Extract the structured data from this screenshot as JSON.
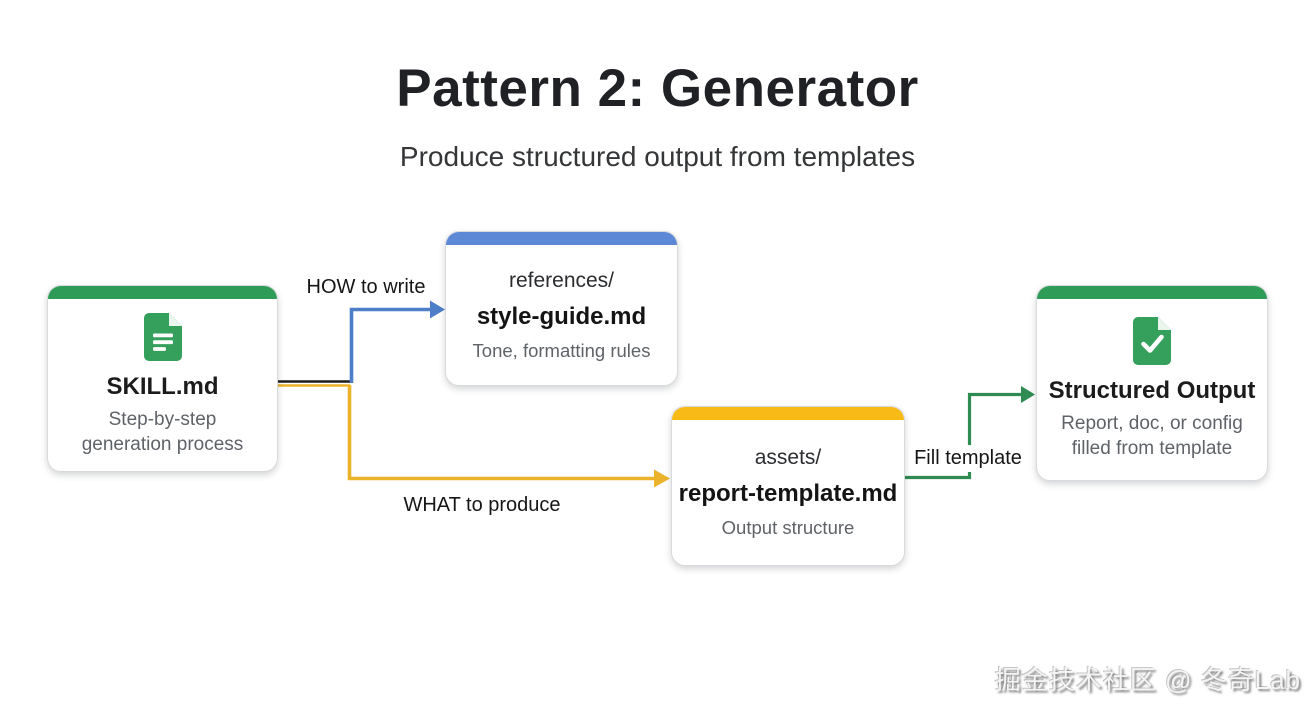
{
  "title": "Pattern 2: Generator",
  "subtitle": "Produce structured output from templates",
  "nodes": {
    "skill": {
      "icon": "document-icon",
      "title": "SKILL.md",
      "subtitle": "Step-by-step generation process"
    },
    "references": {
      "folder": "references/",
      "file": "style-guide.md",
      "desc": "Tone, formatting rules"
    },
    "assets": {
      "folder": "assets/",
      "file": "report-template.md",
      "desc": "Output structure"
    },
    "output": {
      "icon": "document-check-icon",
      "title": "Structured Output",
      "subtitle": "Report, doc, or config filled from template"
    }
  },
  "edges": {
    "how_to_write": {
      "label": "HOW to write",
      "color": "#4E7EC8"
    },
    "what_to_produce": {
      "label": "WHAT to produce",
      "color": "#EAB32B"
    },
    "fill_template": {
      "label": "Fill template",
      "color": "#2E8B51"
    },
    "stem_color": "#1B1B1B"
  },
  "colors": {
    "green_bar": "#2E9B57",
    "blue_bar": "#5C88D6",
    "yellow_bar": "#F7BA17",
    "icon_green": "#35A05B",
    "icon_fold": "#EAF5EE",
    "text_primary": "#1B1B1B",
    "text_secondary": "#5F6368"
  },
  "watermark": "掘金技术社区 @ 冬奇Lab"
}
